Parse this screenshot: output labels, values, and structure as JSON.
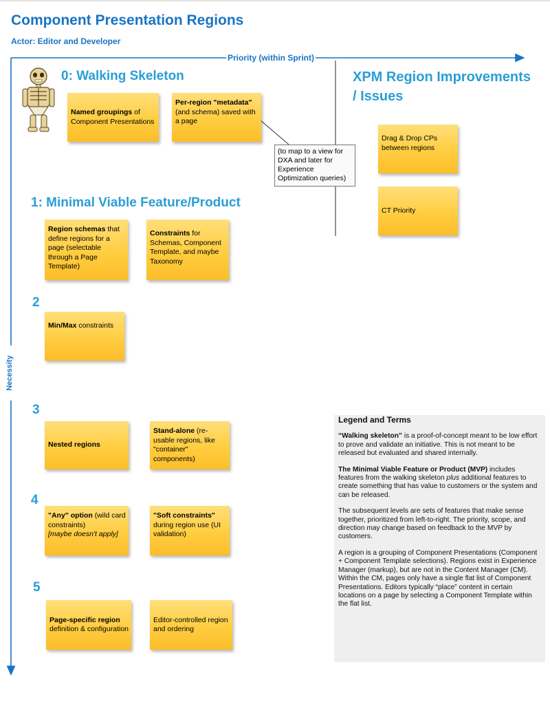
{
  "title": "Component Presentation Regions",
  "subtitle": "Actor: Editor and Developer",
  "axes": {
    "priority_label": "Priority (within Sprint)",
    "necessity_label": "Necessity"
  },
  "colors": {
    "title_blue": "#1874c4",
    "level_blue": "#2a9ed6",
    "note_yellow": "#ffcd40",
    "legend_bg": "#efefef"
  },
  "icons": {
    "mascot": "skeleton-icon"
  },
  "levels": {
    "l0": "0: Walking Skeleton",
    "l1": "1: Minimal Viable Feature/Product",
    "l2": "2",
    "l3": "3",
    "l4": "4",
    "l5": "5"
  },
  "xpm_title": "XPM Region Improvements / Issues",
  "notes": {
    "l0_named": {
      "bold": "Named groupings",
      "text": " of Component Presentations"
    },
    "l0_meta": {
      "bold": "Per-region \"metadata\"",
      "text": " (and schema) saved with a page"
    },
    "l1_schemas": {
      "bold": "Region schemas",
      "text": " that define regions for a page (selectable through a Page Template)"
    },
    "l1_constraints": {
      "bold": "Constraints",
      "text": " for Schemas, Component Template, and maybe Taxonomy"
    },
    "l2_minmax": {
      "bold": "Min/Max",
      "text": " constraints"
    },
    "l3_nested": {
      "bold": "Nested regions",
      "text": ""
    },
    "l3_standalone": {
      "bold": "Stand-alone",
      "text": " (re-usable regions, like \"container\" components)"
    },
    "l4_any": {
      "bold": "\"Any\" option",
      "text": " (wild card constraints)",
      "italic": "[maybe doesn't apply]"
    },
    "l4_soft": {
      "bold": "\"Soft constraints\"",
      "text": " during region use (UI validation)"
    },
    "l5_page": {
      "bold": "Page-specific region",
      "text": " definition & configuration"
    },
    "l5_editor": {
      "bold": "",
      "text": "Editor-controlled region and ordering"
    },
    "xpm_drag": {
      "bold": "",
      "text": "Drag & Drop CPs between regions"
    },
    "xpm_ct": {
      "bold": "",
      "text": "CT Priority"
    }
  },
  "callout": "(to map to a view for DXA and later for Experience Optimization queries)",
  "legend": {
    "heading": "Legend and Terms",
    "p1_bold": "“Walking skeleton”",
    "p1_text": " is a proof-of-concept meant to be low effort to prove and validate an initiative. This is not meant to be released but evaluated and shared internally.",
    "p2_bold": "The Minimal Viable Feature or Product (MVP)",
    "p2_text1": " includes features from the walking skeleton ",
    "p2_italic": "plus",
    "p2_text2": " additional features to create something that has value to customers or the system and can be released.",
    "p3": "The subsequent levels are sets of features that make sense together, prioritized from left-to-right. The priority, scope, and direction may change based on feedback to the MVP by customers.",
    "p4": "A region is a grouping of Component Presentations (Component + Component Template selections). Regions exist in Experience Manager (markup), but are not in the Content Manager (CM). Within the CM, pages only have a single flat list of Component Presentations. Editors typically “place” content in certain locations on a page by selecting a Component Template within the flat list."
  }
}
